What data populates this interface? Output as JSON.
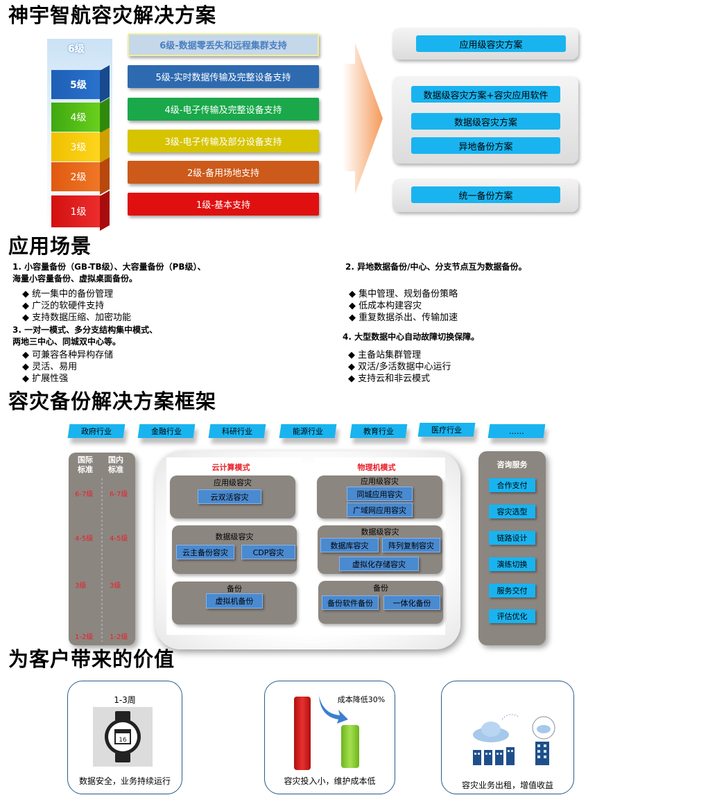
{
  "section1": {
    "title": "神宇智航容灾解决方案",
    "cube_labels": [
      "6级",
      "5级",
      "4级",
      "3级",
      "2级",
      "1级"
    ],
    "levels": [
      {
        "label": "6级-数据零丢失和远程集群支持",
        "color": "#c5d8ea"
      },
      {
        "label": "5级-实时数据传输及完整设备支持",
        "color": "#2e6ab0"
      },
      {
        "label": "4级-电子传输及完整设备支持",
        "color": "#1aa84a"
      },
      {
        "label": "3级-电子传输及部分设备支持",
        "color": "#d6c400"
      },
      {
        "label": "2级-备用场地支持",
        "color": "#cc5a1a"
      },
      {
        "label": "1级-基本支持",
        "color": "#e01010"
      }
    ],
    "solutions": {
      "app": "应用级容灾方案",
      "data_soft": "数据级容灾方案+容灾应用软件",
      "data": "数据级容灾方案",
      "remote": "异地备份方案",
      "unified": "统一备份方案"
    }
  },
  "section2": {
    "title": "应用场景",
    "s1_head_a": "1. 小容量备份（GB-TB级）、大容量备份（PB级）、",
    "s1_head_b": "海量小容量备份、虚拟桌面备份。",
    "s1_items": [
      "◆ 统一集中的备份管理",
      "◆ 广泛的软硬件支持",
      "◆ 支持数据压缩、加密功能"
    ],
    "s3_head_a": "3.  一对一模式、多分支结构集中模式、",
    "s3_head_b": "两地三中心、同城双中心等。",
    "s3_items": [
      "◆ 可兼容各种异构存储",
      "◆ 灵活、易用",
      "◆  扩展性强"
    ],
    "s2_head": "2.  异地数据备份/中心、分支节点互为数据备份。",
    "s2_items": [
      "◆  集中管理、规划备份策略",
      "◆ 低成本构建容灾",
      "◆ 重复数据杀出、传输加速"
    ],
    "s4_head": "4.  大型数据中心自动故障切换保障。",
    "s4_items": [
      "◆ 主备站集群管理",
      "◆ 双活/多活数据中心运行",
      "◆ 支持云和非云模式"
    ]
  },
  "section3": {
    "title": "容灾备份解决方案框架",
    "industries": [
      "政府行业",
      "金融行业",
      "科研行业",
      "能源行业",
      "教育行业",
      "医疗行业",
      "……"
    ],
    "std_intl": "国际\n标准",
    "std_dom": "国内\n标准",
    "std_levels": [
      "6-7级",
      "4-5级",
      "3级",
      "1-2级"
    ],
    "cloud_title": "云计算模式",
    "phys_title": "物理机模式",
    "cloud": {
      "app_title": "应用级容灾",
      "app_items": [
        "云双活容灾"
      ],
      "data_title": "数据级容灾",
      "data_items": [
        "云主备份容灾",
        "CDP容灾"
      ],
      "backup_title": "备份",
      "backup_items": [
        "虚拟机备份"
      ]
    },
    "phys": {
      "app_title": "应用级容灾",
      "app_items": [
        "同城应用容灾",
        "广域网应用容灾"
      ],
      "data_title": "数据级容灾",
      "data_items": [
        "数据库容灾",
        "阵列复制容灾",
        "虚拟化存储容灾"
      ],
      "backup_title": "备份",
      "backup_items": [
        "备份软件备份",
        "一体化备份"
      ]
    },
    "services_title": "咨询服务",
    "services": [
      "合作支付",
      "容灾选型",
      "链路设计",
      "演练切换",
      "服务交付",
      "评估优化"
    ]
  },
  "section4": {
    "title": "为客户带来的价值",
    "box1_top": "1-3周",
    "box1_icon_text": "16",
    "box1_caption": "数据安全，业务持续运行",
    "box2_top": "成本降低30%",
    "box2_caption": "容灾投入小，维护成本低",
    "box3_caption": "容灾业务出租，增值收益"
  }
}
